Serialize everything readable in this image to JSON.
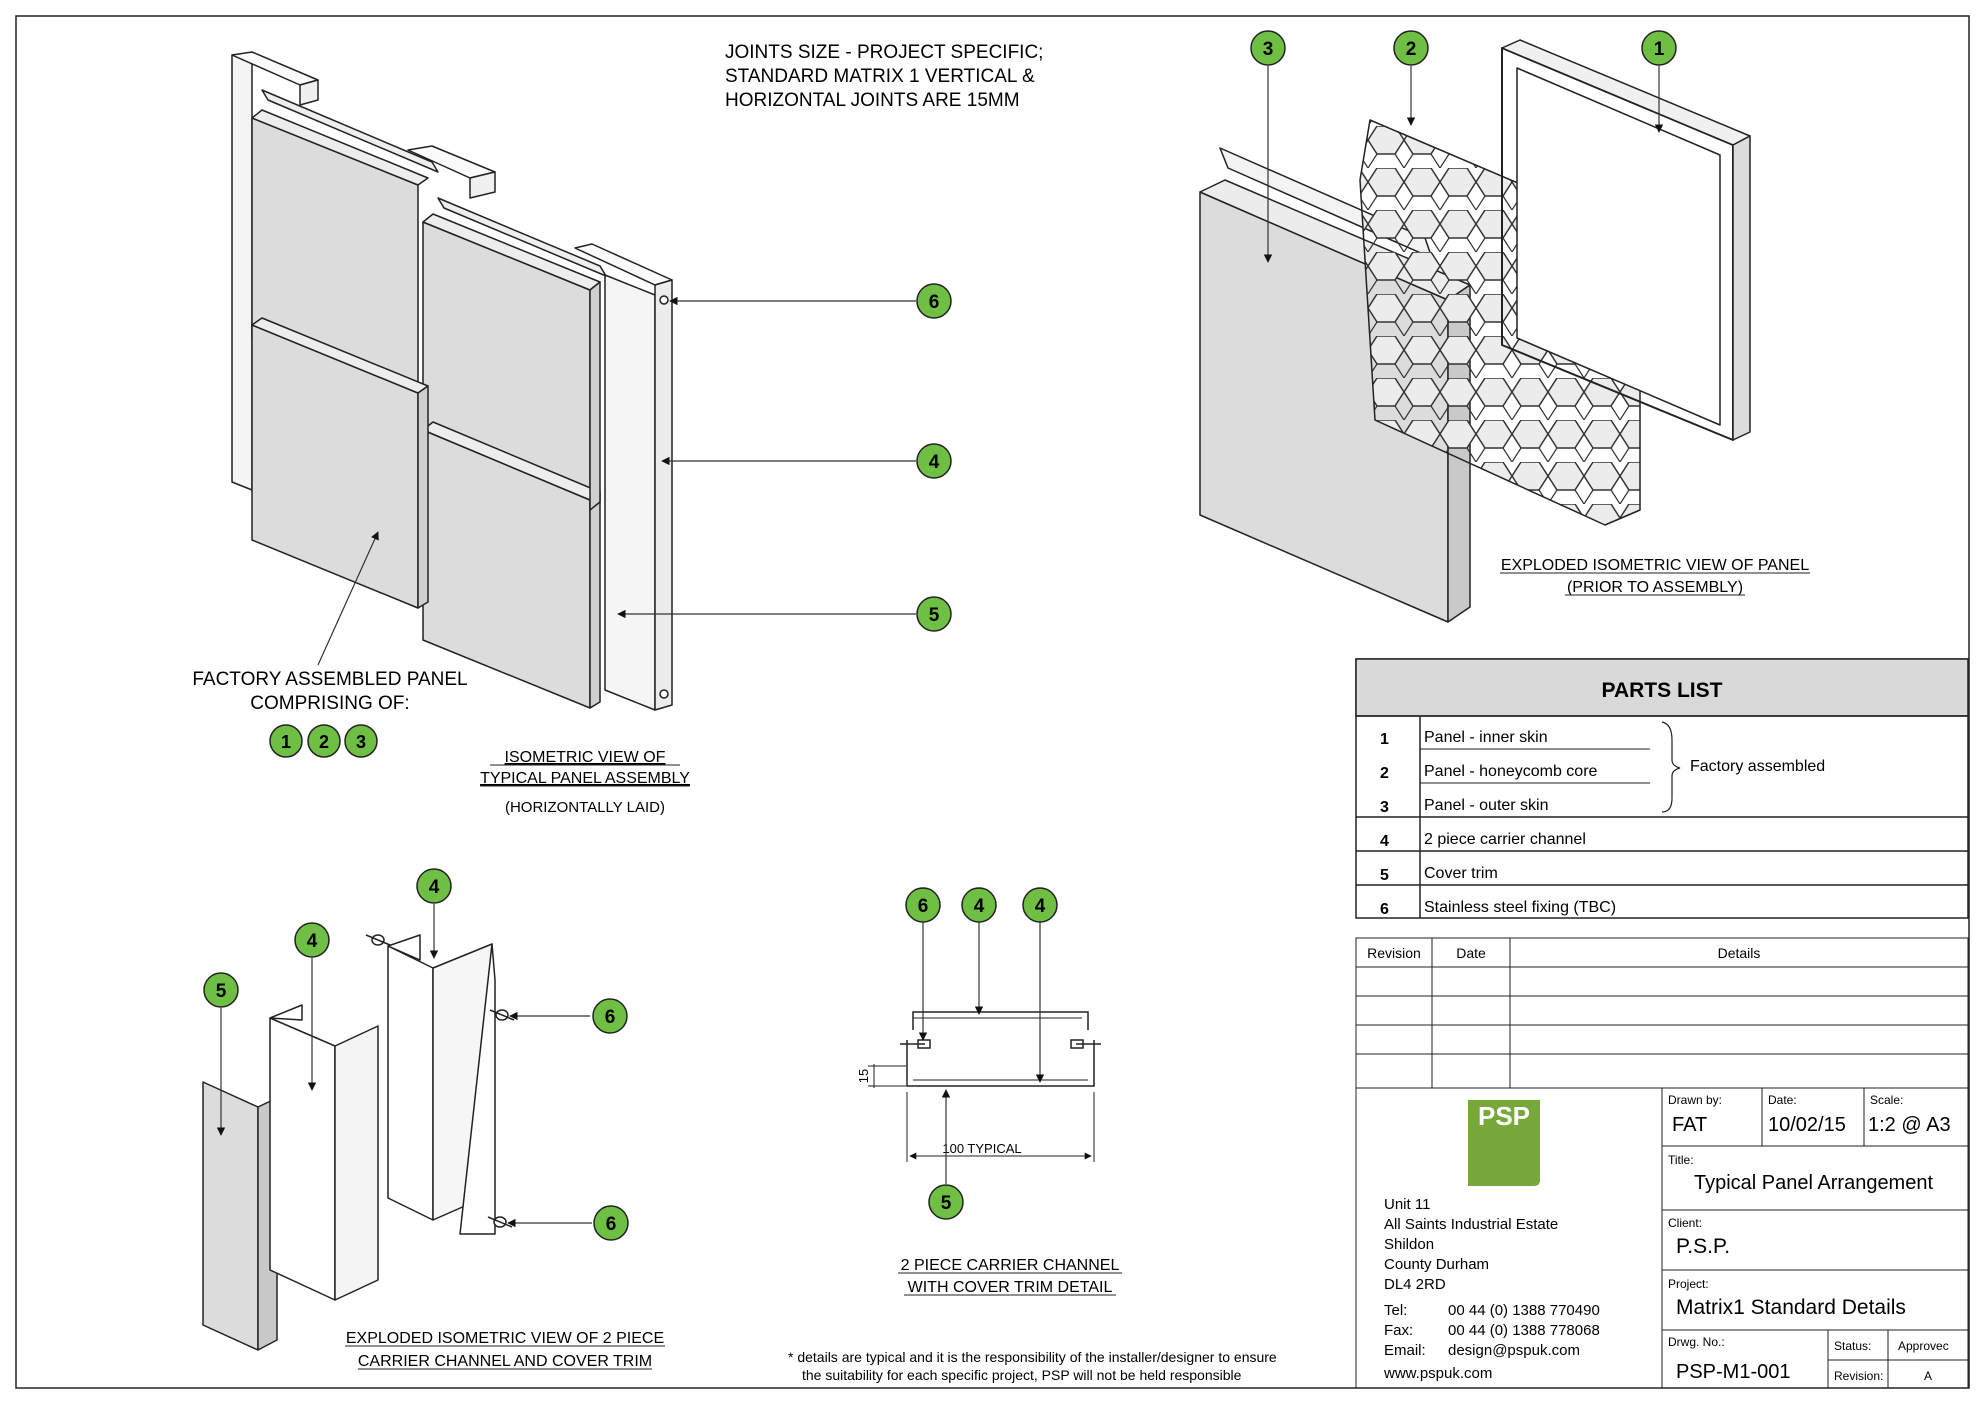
{
  "notes": {
    "joints": [
      "JOINTS SIZE - PROJECT SPECIFIC;",
      "STANDARD MATRIX 1 VERTICAL &",
      "HORIZONTAL JOINTS ARE 15MM"
    ],
    "factory_assembled": [
      "FACTORY ASSEMBLED PANEL",
      "COMPRISING OF:"
    ],
    "disclaimer": [
      "* details are typical and it is the responsibility of the installer/designer to ensure",
      "the suitability for each specific project, PSP will not be held responsible"
    ]
  },
  "views": {
    "iso_assembly": {
      "line1": "ISOMETRIC VIEW OF",
      "line2": "TYPICAL PANEL ASSEMBLY",
      "sub": "(HORIZONTALLY LAID)"
    },
    "exploded_panel": {
      "line1": "EXPLODED ISOMETRIC VIEW OF PANEL",
      "line2": "(PRIOR TO ASSEMBLY)"
    },
    "exploded_channel": {
      "line1": "EXPLODED ISOMETRIC VIEW OF 2 PIECE",
      "line2": "CARRIER CHANNEL AND COVER TRIM"
    },
    "channel_detail": {
      "line1": "2 PIECE CARRIER CHANNEL",
      "line2": "WITH COVER TRIM DETAIL",
      "dim_width": "100 TYPICAL",
      "dim_height": "15"
    }
  },
  "callouts": {
    "one": "1",
    "two": "2",
    "three": "3",
    "four": "4",
    "five": "5",
    "six": "6"
  },
  "parts_list": {
    "title": "PARTS LIST",
    "group_label": "Factory assembled",
    "items": [
      {
        "num": "1",
        "desc": "Panel - inner skin"
      },
      {
        "num": "2",
        "desc": "Panel - honeycomb core"
      },
      {
        "num": "3",
        "desc": "Panel - outer skin"
      },
      {
        "num": "4",
        "desc": "2 piece carrier channel"
      },
      {
        "num": "5",
        "desc": "Cover trim"
      },
      {
        "num": "6",
        "desc": "Stainless steel fixing (TBC)"
      }
    ]
  },
  "revisions": {
    "headers": {
      "revision": "Revision",
      "date": "Date",
      "details": "Details"
    }
  },
  "company": {
    "logo": "PSP",
    "address": [
      "Unit 11",
      "All Saints Industrial Estate",
      "Shildon",
      "County Durham",
      "DL4 2RD"
    ],
    "tel_label": "Tel:",
    "tel": "00 44 (0) 1388 770490",
    "fax_label": "Fax:",
    "fax": "00 44 (0) 1388 778068",
    "email_label": "Email:",
    "email": "design@pspuk.com",
    "web": "www.pspuk.com"
  },
  "title_block": {
    "drawn_by_label": "Drawn by:",
    "drawn_by": "FAT",
    "date_label": "Date:",
    "date": "10/02/15",
    "scale_label": "Scale:",
    "scale": "1:2 @ A3",
    "title_label": "Title:",
    "title": "Typical Panel Arrangement",
    "client_label": "Client:",
    "client": "P.S.P.",
    "project_label": "Project:",
    "project": "Matrix1 Standard Details",
    "drwg_label": "Drwg. No.:",
    "drwg": "PSP-M1-001",
    "status_label": "Status:",
    "status": "Approvec",
    "revision_label": "Revision:",
    "revision": "A"
  },
  "colors": {
    "callout_green": "#6fbf45",
    "logo_green": "#79a83a",
    "panel_grey": "#dcdcdc",
    "header_grey": "#d9d9d9"
  }
}
